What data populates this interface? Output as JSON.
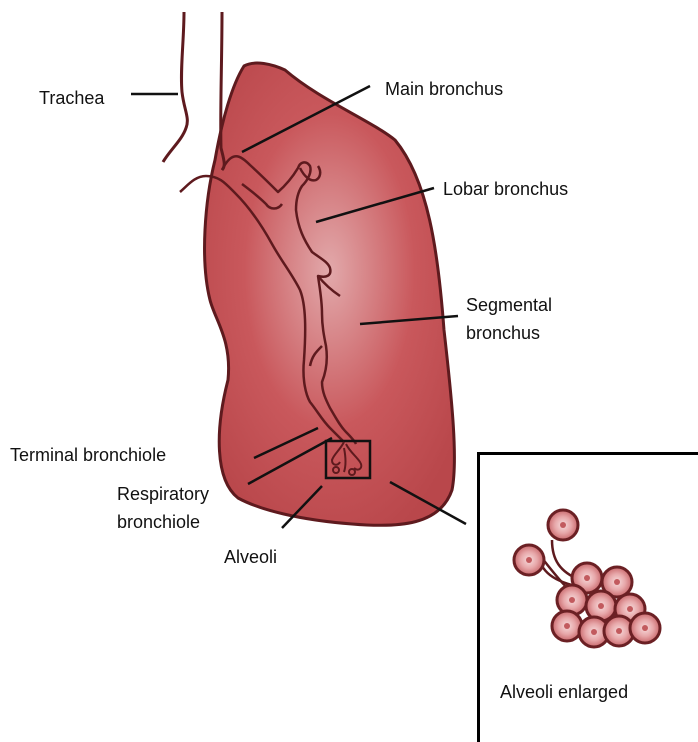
{
  "labels": {
    "trachea": "Trachea",
    "main_bronchus": "Main bronchus",
    "lobar_bronchus": "Lobar bronchus",
    "segmental_1": "Segmental",
    "segmental_2": "bronchus",
    "terminal_bronchiole": "Terminal bronchiole",
    "respiratory_1": "Respiratory",
    "respiratory_2": "bronchiole",
    "alveoli": "Alveoli",
    "alveoli_enlarged": "Alveoli enlarged"
  },
  "colors": {
    "lung_center": "#dc9ea0",
    "lung_mid": "#c65458",
    "lung_edge": "#b84448",
    "outline": "#5e1a1e",
    "alveolus_light": "#f2cfd0",
    "alveolus_dark": "#c4666a"
  }
}
